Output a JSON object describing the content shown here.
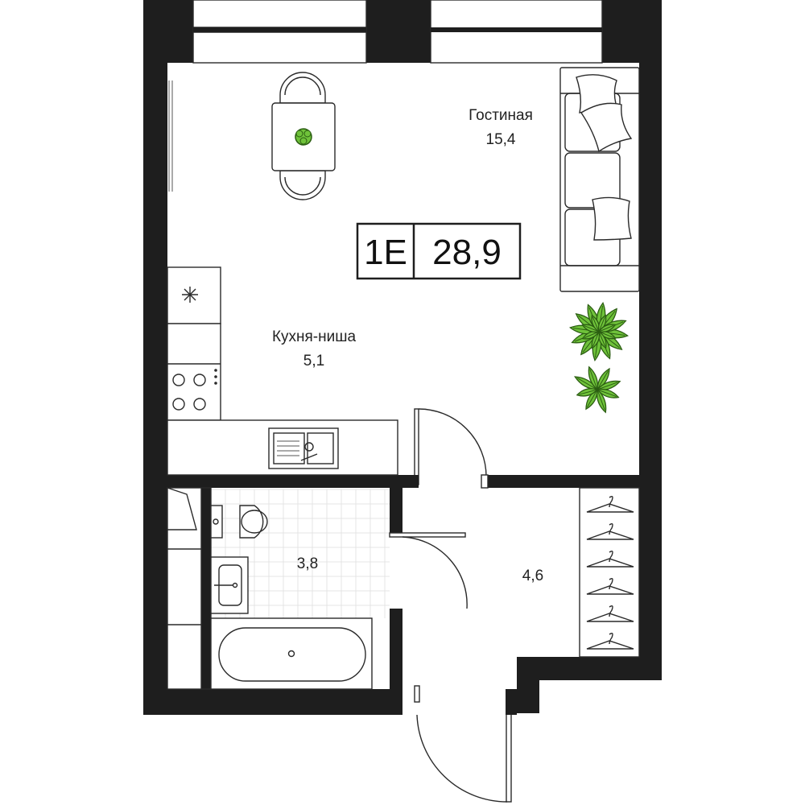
{
  "apartment": {
    "type_label": "1E",
    "total_area": "28,9"
  },
  "rooms": {
    "living": {
      "name": "Гостиная",
      "area": "15,4"
    },
    "kitchen": {
      "name": "Кухня-ниша",
      "area": "5,1"
    },
    "bathroom": {
      "area": "3,8"
    },
    "hallway": {
      "area": "4,6"
    }
  },
  "colors": {
    "wall": "#1e1e1e",
    "line": "#2a2a2a",
    "plant": "#6fc23a",
    "plant_dark": "#2b5d12"
  }
}
